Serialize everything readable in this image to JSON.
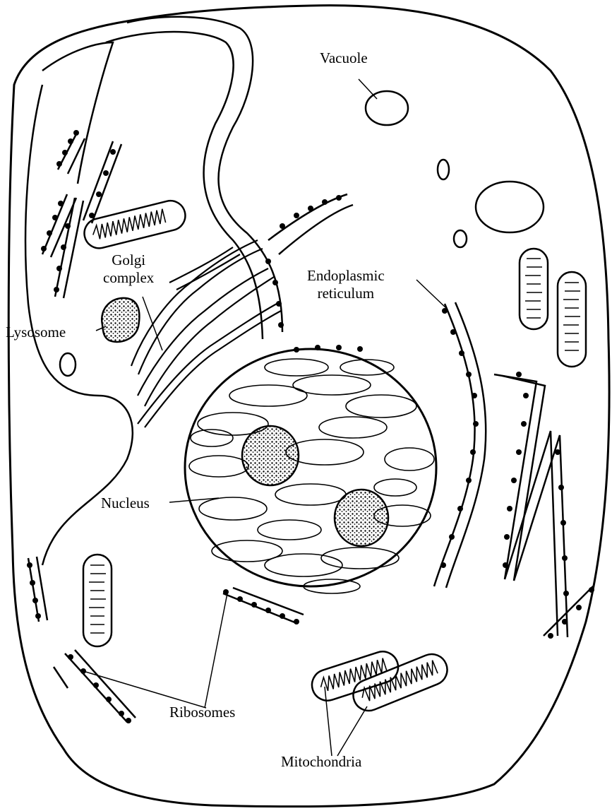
{
  "labels": {
    "vacuole": "Vacuole",
    "golgi_line1": "Golgi",
    "golgi_line2": "complex",
    "lysosome": "Lysosome",
    "er_line1": "Endoplasmic",
    "er_line2": "reticulum",
    "nucleus": "Nucleus",
    "ribosomes": "Ribosomes",
    "mitochondria": "Mitochondria"
  },
  "colors": {
    "ink": "#000000",
    "paper": "#ffffff"
  }
}
